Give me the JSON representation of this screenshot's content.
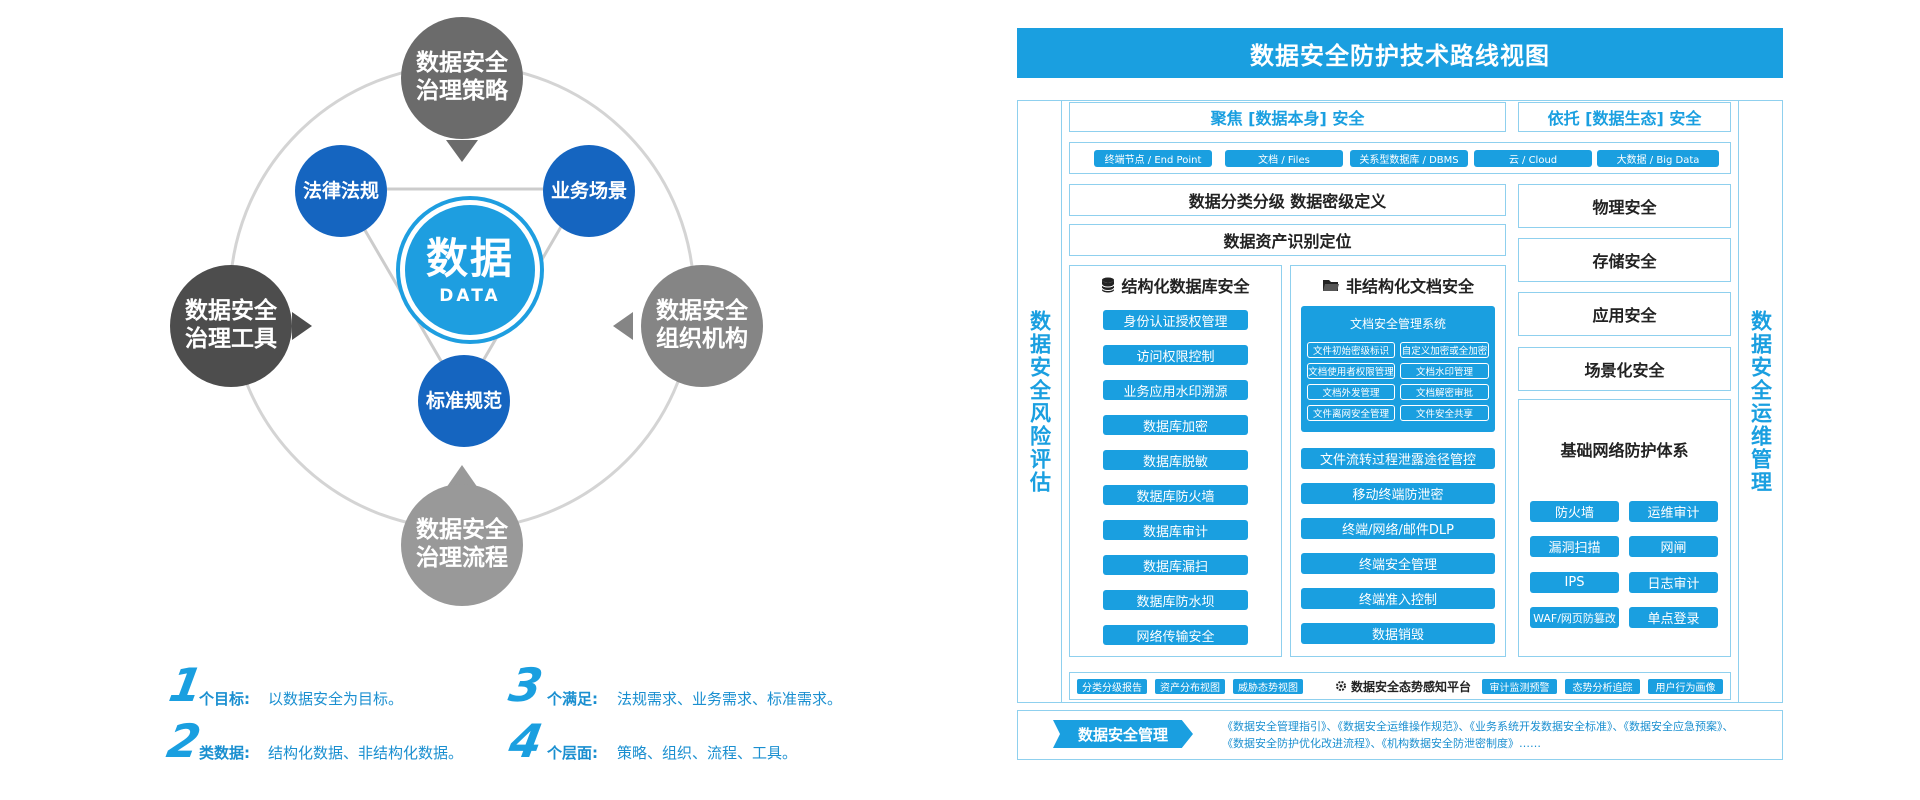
{
  "left": {
    "gray_nodes": [
      {
        "id": "strategy",
        "line1": "数据安全",
        "line2": "治理策略",
        "color": "#6b6b6b"
      },
      {
        "id": "tools",
        "line1": "数据安全",
        "line2": "治理工具",
        "color": "#4d4d4d"
      },
      {
        "id": "org",
        "line1": "数据安全",
        "line2": "组织机构",
        "color": "#858585"
      },
      {
        "id": "process",
        "line1": "数据安全",
        "line2": "治理流程",
        "color": "#999999"
      }
    ],
    "blue_nodes": [
      {
        "id": "law",
        "label": "法律法规"
      },
      {
        "id": "business",
        "label": "业务场景"
      },
      {
        "id": "standard",
        "label": "标准规范"
      }
    ],
    "center": {
      "title": "数据",
      "subtitle": "DATA"
    },
    "legend": [
      {
        "num": "1",
        "key": "个目标:",
        "value": "以数据安全为目标。"
      },
      {
        "num": "2",
        "key": "类数据:",
        "value": "结构化数据、非结构化数据。"
      },
      {
        "num": "3",
        "key": "个满足:",
        "value": "法规需求、业务需求、标准需求。"
      },
      {
        "num": "4",
        "key": "个层面:",
        "value": "策略、组织、流程、工具。"
      }
    ]
  },
  "right": {
    "title": "数据安全防护技术路线视图",
    "left_vertical": "数据安全风险评估",
    "right_vertical": "数据安全运维管理",
    "focus_data": "聚焦 [数据本身] 安全",
    "focus_ecology": "依托 [数据生态] 安全",
    "sources": [
      "终端节点 / End Point",
      "文档 / Files",
      "关系型数据库 / DBMS",
      "云 / Cloud",
      "大数据 / Big Data"
    ],
    "classify": "数据分类分级 数据密级定义",
    "asset": "数据资产识别定位",
    "structured": {
      "title": "结构化数据库安全",
      "items": [
        "身份认证授权管理",
        "访问权限控制",
        "业务应用水印溯源",
        "数据库加密",
        "数据库脱敏",
        "数据库防火墙",
        "数据库审计",
        "数据库漏扫",
        "数据库防水坝",
        "网络传输安全"
      ]
    },
    "unstructured": {
      "title": "非结构化文档安全",
      "doc_system": "文档安全管理系统",
      "doc_items": [
        "文件初始密级标识",
        "自定义加密或全加密",
        "文档使用者权限管理",
        "文档水印管理",
        "文档外发管理",
        "文档解密审批",
        "文件离网安全管理",
        "文件安全共享"
      ],
      "items": [
        "文件流转过程泄露途径管控",
        "移动终端防泄密",
        "终端/网络/邮件DLP",
        "终端安全管理",
        "终端准入控制",
        "数据销毁"
      ]
    },
    "ecology": [
      "物理安全",
      "存储安全",
      "应用安全",
      "场景化安全"
    ],
    "network": {
      "title": "基础网络防护体系",
      "items": [
        "防火墙",
        "运维审计",
        "漏洞扫描",
        "网闸",
        "IPS",
        "日志审计",
        "WAF/网页防篡改",
        "单点登录"
      ]
    },
    "platform": {
      "left": [
        "分类分级报告",
        "资产分布视图",
        "威胁态势视图"
      ],
      "center": "数据安全态势感知平台",
      "right": [
        "审计监测预警",
        "态势分析追踪",
        "用户行为画像"
      ]
    },
    "management": {
      "label": "数据安全管理",
      "line1": "《数据安全管理指引》、《数据安全运维操作规范》、《业务系统开发数据安全标准》、《数据安全应急预案》、",
      "line2": "《数据安全防护优化改进流程》、《机构数据安全防泄密制度》……"
    }
  }
}
